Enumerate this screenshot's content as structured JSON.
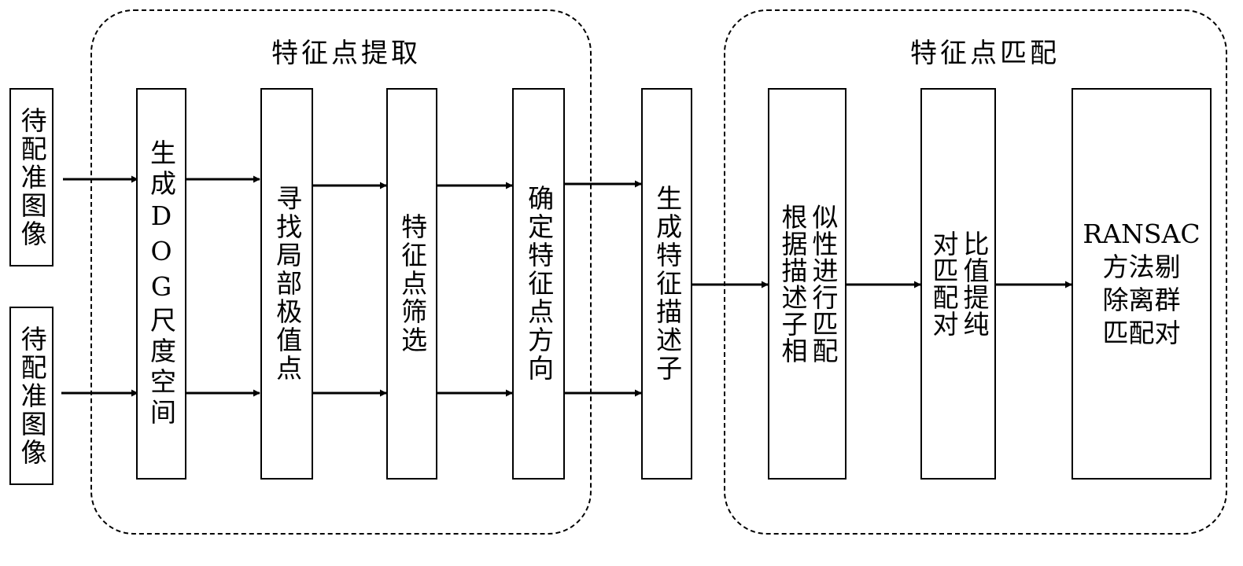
{
  "groups": {
    "extraction_title": "特征点提取",
    "matching_title": "特征点匹配"
  },
  "inputs": {
    "top": "待配准图像",
    "bottom": "待配准图像"
  },
  "steps": {
    "dog": "生成DOG尺度空间",
    "extrema": "寻找局部极值点",
    "filter": "特征点筛选",
    "orientation": "确定特征点方向",
    "descriptor": "生成特征描述子",
    "match": "根据描述子相似性进行匹配",
    "ratio": "对匹配对比值提纯",
    "ransac": "RANSAC\n方法剔\n除离群\n匹配对"
  }
}
